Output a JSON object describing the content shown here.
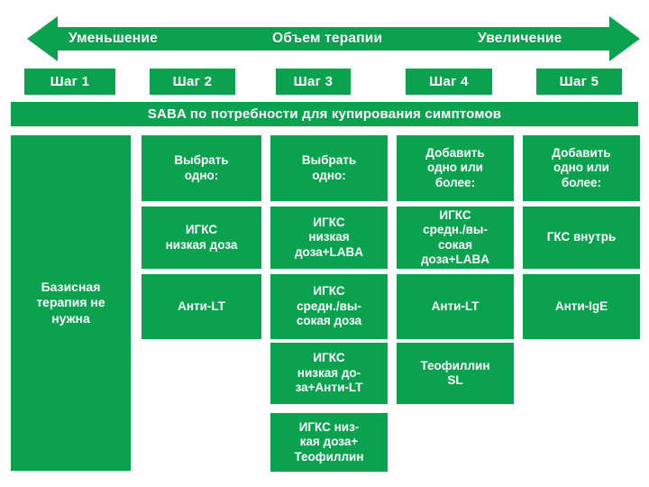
{
  "arrow": {
    "left_label": "Уменьшение",
    "center_label": "Объем терапии",
    "right_label": "Увеличение",
    "color": "#0AA24E"
  },
  "steps": [
    {
      "label": "Шаг 1"
    },
    {
      "label": "Шаг 2"
    },
    {
      "label": "Шаг 3"
    },
    {
      "label": "Шаг 4"
    },
    {
      "label": "Шаг 5"
    }
  ],
  "saba_bar": {
    "label": "SABA по потребности для купирования симптомов"
  },
  "columns": [
    {
      "step": "Шаг 1",
      "cells": [
        {
          "text": "Базисная\nтерапия не\nнужна"
        }
      ]
    },
    {
      "step": "Шаг 2",
      "cells": [
        {
          "text": "Выбрать\nодно:"
        },
        {
          "text": "ИГКС\nнизкая доза"
        },
        {
          "text": "Анти-LT"
        }
      ]
    },
    {
      "step": "Шаг 3",
      "cells": [
        {
          "text": "Выбрать\nодно:"
        },
        {
          "text": "ИГКС\nнизкая\nдоза+LABA"
        },
        {
          "text": "ИГКС\nсредн./вы-\nсокая доза"
        },
        {
          "text": "ИГКС\nнизкая до-\nза+Анти-LT"
        },
        {
          "text": "ИГКС низ-\nкая доза+\nТеофиллин"
        }
      ]
    },
    {
      "step": "Шаг 4",
      "cells": [
        {
          "text": "Добавить\nодно или\nболее:"
        },
        {
          "text": "ИГКС\nсредн./вы-\nсокая\nдоза+LABA"
        },
        {
          "text": "Анти-LT"
        },
        {
          "text": "Теофиллин\nSL"
        }
      ]
    },
    {
      "step": "Шаг 5",
      "cells": [
        {
          "text": "Добавить\nодно или\nболее:"
        },
        {
          "text": "ГКС внутрь"
        },
        {
          "text": "Анти-IgE"
        }
      ]
    }
  ],
  "colors": {
    "green": "#0AA24E",
    "background": "#FEFEFE",
    "text": "#FFFFFF"
  }
}
